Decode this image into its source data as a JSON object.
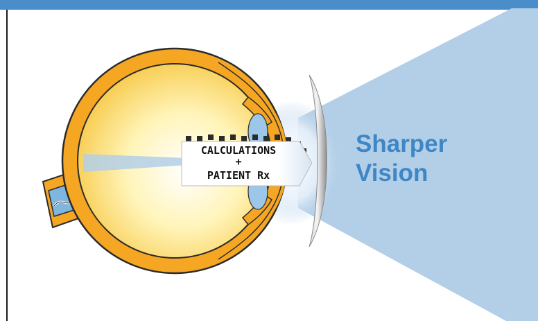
{
  "arrow": {
    "line1": "CALCULATIONS",
    "plus": "+",
    "line2": "PATIENT Rx"
  },
  "tagline": {
    "line1": "Sharper",
    "line2": "Vision"
  },
  "colors": {
    "header_bar": "#4a8ec9",
    "eye_orange": "#f5a623",
    "eye_outline": "#2b2b2b",
    "light_beam": "#b3cfe8",
    "tagline": "#3e86c6"
  }
}
